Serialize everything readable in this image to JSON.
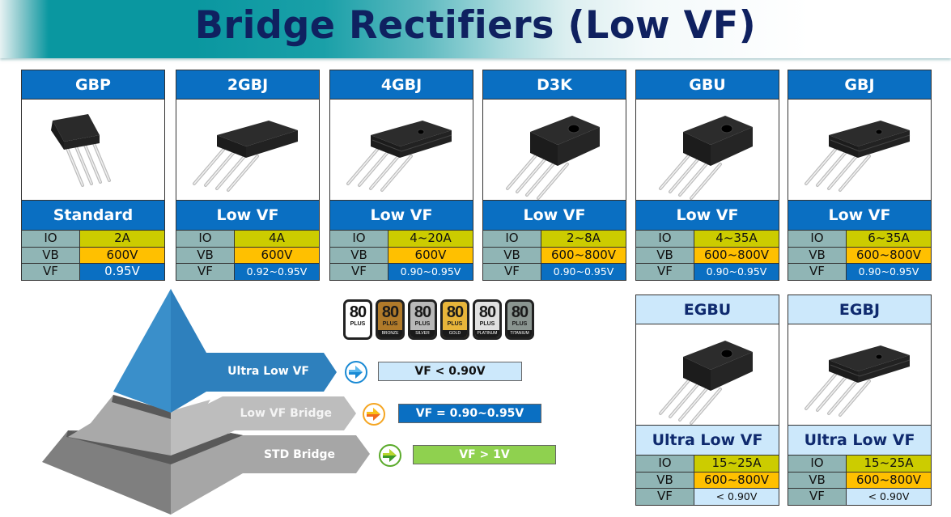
{
  "title": "Bridge Rectifiers (Low VF)",
  "spec_keys": {
    "io": "IO",
    "vb": "VB",
    "vf": "VF"
  },
  "products": [
    {
      "name": "GBP",
      "category": "Standard",
      "io": "2A",
      "vb": "600V",
      "vf": "0.95V",
      "icon": "bridge-rectifier-gbp-icon"
    },
    {
      "name": "2GBJ",
      "category": "Low VF",
      "io": "4A",
      "vb": "600V",
      "vf": "0.92~0.95V",
      "icon": "bridge-rectifier-2gbj-icon"
    },
    {
      "name": "4GBJ",
      "category": "Low VF",
      "io": "4~20A",
      "vb": "600V",
      "vf": "0.90~0.95V",
      "icon": "bridge-rectifier-4gbj-icon"
    },
    {
      "name": "D3K",
      "category": "Low VF",
      "io": "2~8A",
      "vb": "600~800V",
      "vf": "0.90~0.95V",
      "icon": "bridge-rectifier-d3k-icon"
    },
    {
      "name": "GBU",
      "category": "Low VF",
      "io": "4~35A",
      "vb": "600~800V",
      "vf": "0.90~0.95V",
      "icon": "bridge-rectifier-gbu-icon"
    },
    {
      "name": "GBJ",
      "category": "Low VF",
      "io": "6~35A",
      "vb": "600~800V",
      "vf": "0.90~0.95V",
      "icon": "bridge-rectifier-gbj-icon"
    }
  ],
  "ultra_products": [
    {
      "name": "EGBU",
      "category": "Ultra Low VF",
      "io": "15~25A",
      "vb": "600~800V",
      "vf": "< 0.90V",
      "icon": "bridge-rectifier-egbu-icon"
    },
    {
      "name": "EGBJ",
      "category": "Ultra Low VF",
      "io": "15~25A",
      "vb": "600~800V",
      "vf": "< 0.90V",
      "icon": "bridge-rectifier-egbj-icon"
    }
  ],
  "pyramid": {
    "tiers": [
      {
        "label": "Ultra Low VF",
        "vf": "VF < 0.90V",
        "color": "#2e80bd",
        "box_bg": "#cce8fb",
        "box_fg": "#111111",
        "arrow_color": "#1a8ad4"
      },
      {
        "label": "Low VF Bridge",
        "vf": "VF = 0.90~0.95V",
        "color": "#bdbdbd",
        "box_bg": "#0a6fc2",
        "box_fg": "#ffffff",
        "arrow_color": "#f5a623"
      },
      {
        "label": "STD Bridge",
        "vf": "VF > 1V",
        "color": "#a6a6a6",
        "box_bg": "#8fd14f",
        "box_fg": "#ffffff",
        "arrow_color": "#5aaa2a"
      }
    ]
  },
  "badges": [
    {
      "number": "80",
      "plus": "PLUS",
      "grade": "",
      "bg": "#ffffff",
      "fg": "#111111"
    },
    {
      "number": "80",
      "plus": "PLUS",
      "grade": "BRONZE",
      "bg": "#b07a2a",
      "fg": "#1a1a1a"
    },
    {
      "number": "80",
      "plus": "PLUS",
      "grade": "SILVER",
      "bg": "#b8b8b8",
      "fg": "#1a1a1a"
    },
    {
      "number": "80",
      "plus": "PLUS",
      "grade": "GOLD",
      "bg": "#e8b53a",
      "fg": "#1a1a1a"
    },
    {
      "number": "80",
      "plus": "PLUS",
      "grade": "PLATINUM",
      "bg": "#e0e0e0",
      "fg": "#1a1a1a"
    },
    {
      "number": "80",
      "plus": "PLUS",
      "grade": "TITANIUM",
      "bg": "#8a9590",
      "fg": "#1a1a1a"
    }
  ],
  "colors": {
    "header_blue": "#0a6fc2",
    "ultra_light_blue": "#cce8fb",
    "title_navy": "#0f2160",
    "io_yellow": "#cccc00",
    "vb_orange": "#ffc000",
    "key_teal_grey": "#90b5b5"
  }
}
